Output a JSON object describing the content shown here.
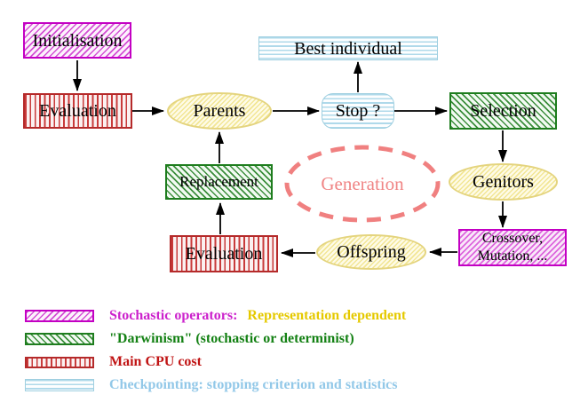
{
  "diagram_type": "evolutionary-algorithm-flowchart",
  "nodes": {
    "initialisation": "Initialisation",
    "evaluation_top": "Evaluation",
    "parents": "Parents",
    "stop": "Stop ?",
    "best_individual": "Best individual",
    "selection": "Selection",
    "genitors": "Genitors",
    "crossover_line1": "Crossover,",
    "crossover_line2": "Mutation, ...",
    "offspring": "Offspring",
    "evaluation_bottom": "Evaluation",
    "replacement": "Replacement",
    "generation": "Generation"
  },
  "legend": {
    "rows": [
      {
        "swatch": "magenta-diagonal-hatch",
        "label": "Stochastic operators:",
        "label2": "Representation dependent"
      },
      {
        "swatch": "green-diagonal-hatch",
        "label": "\"Darwinism\" (stochastic or determinist)"
      },
      {
        "swatch": "red-vertical-stripes",
        "label": "Main CPU cost"
      },
      {
        "swatch": "cyan-horizontal-stripes",
        "label": "Checkpointing: stopping criterion and statistics"
      }
    ]
  },
  "colors": {
    "magenta_border": "#C300C3",
    "green_border": "#1E7D1E",
    "red_border": "#B52A2A",
    "cyan_stripe": "#AFD9EA",
    "yellow_node_border": "#E4D47E",
    "coral_dashed_ellipse": "#F08080",
    "legend_magenta_text": "#CC22CC",
    "legend_gold_text": "#E5C900",
    "legend_green_text": "#148114",
    "legend_red_text": "#C01414",
    "legend_cyan_text": "#92C8E8",
    "arrow": "#000000"
  }
}
